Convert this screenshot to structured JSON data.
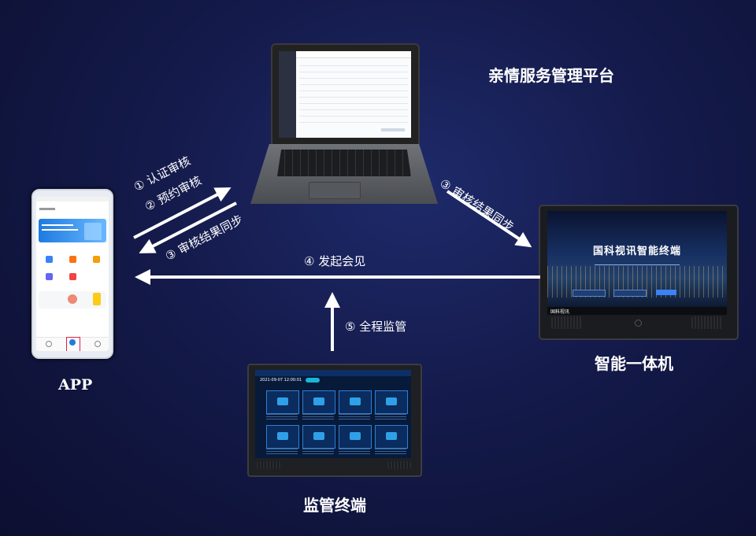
{
  "labels": {
    "platform": "亲情服务管理平台",
    "app": "APP",
    "terminal": "智能一体机",
    "monitor": "监管终端"
  },
  "arrows": {
    "step1": "① 认证审核",
    "step2": "② 预约审核",
    "step3_left": "③ 审核结果同步",
    "step3_right": "③ 审核结果同步",
    "step4": "④ 发起会见",
    "step5": "⑤ 全程监管"
  },
  "aio_screen": {
    "title": "国科视讯智能终端",
    "brand": "国科视讯"
  },
  "monitor_screen": {
    "datetime": "2021-09-07 12:00:01"
  },
  "colors": {
    "background": "#141a4a",
    "arrow": "#ffffff",
    "app_accent": "#1e7be0"
  }
}
